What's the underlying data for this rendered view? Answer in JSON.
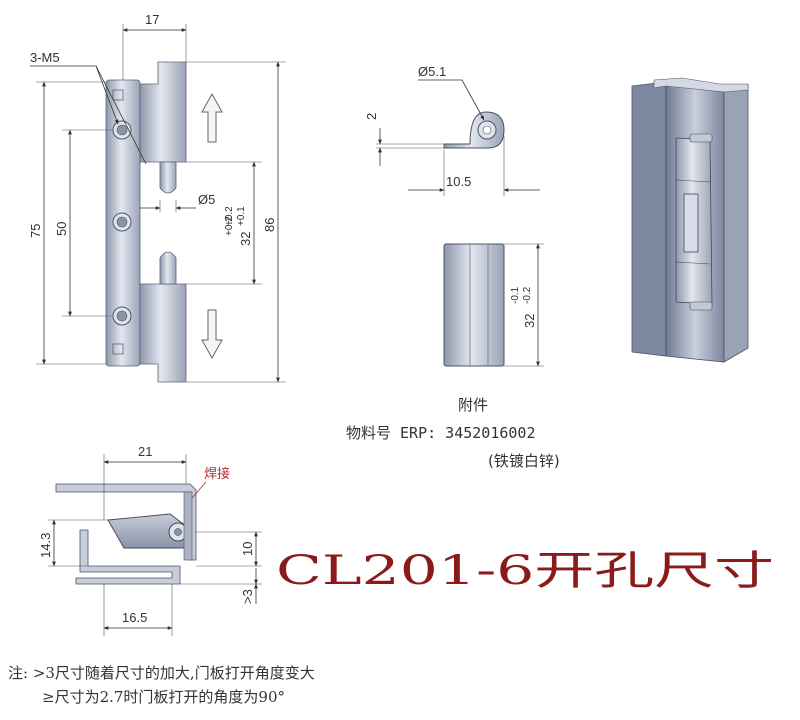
{
  "hinge_front_view": {
    "label_thread": "3-M5",
    "dim_width": "17",
    "dim_total_height": "86",
    "dim_height_75": "75",
    "dim_height_50": "50",
    "dim_pin_diameter": "Ø5",
    "dim_pin_tol_upper": "+0.2",
    "dim_pin_tol_lower": "+0.1",
    "dim_pin_gap": "32",
    "dim_gap_tol_upper": "+0.2",
    "dim_gap_tol_lower": "+0.1"
  },
  "accessory": {
    "dim_diameter": "Ø5.1",
    "dim_thickness": "2",
    "dim_width": "10.5",
    "dim_height": "32",
    "dim_height_tol_upper": "-0.1",
    "dim_height_tol_lower": "-0.2",
    "label": "附件",
    "erp_line": "物料号 ERP: 3452016002",
    "finish": "(铁镀白锌)"
  },
  "cutout_view": {
    "dim_top": "21",
    "weld_label": "焊接",
    "dim_left": "14.3",
    "dim_right": "10",
    "dim_bottom": "16.5",
    "dim_gap": ">3"
  },
  "title": "CL201-6开孔尺寸",
  "notes": {
    "line1": "注: >3尺寸随着尺寸的加大,门板打开角度变大",
    "line2": "≥尺寸为2.7时门板打开的角度为90°"
  }
}
